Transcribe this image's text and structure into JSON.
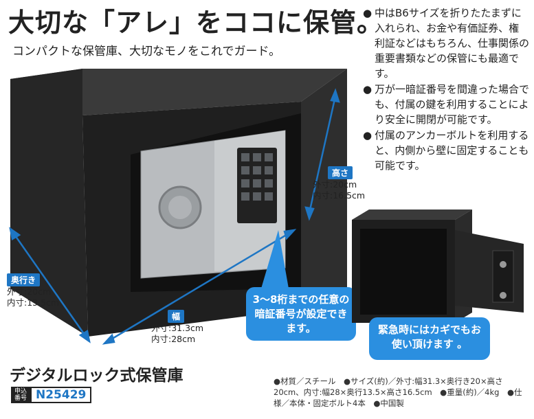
{
  "headline": "大切な「アレ」をココに保管。",
  "subheadline": "コンパクトな保管庫、大切なモノをこれでガード。",
  "features": [
    {
      "bullet": "●",
      "text": "中はB6サイズを折りたたまずに入れられ、お金や有価証券、権利証などはもちろん、仕事関係の重要書類などの保管にも最適です。"
    },
    {
      "bullet": "●",
      "text": "万が一暗証番号を間違った場合でも、付属の鍵を利用することにより安全に開閉が可能です。"
    },
    {
      "bullet": "●",
      "text": "付属のアンカーボルトを利用すると、内側から壁に固定することも可能です。"
    }
  ],
  "dimensions": {
    "height": {
      "label": "高さ",
      "outer": "外寸:20cm",
      "inner": "内寸:16.5cm"
    },
    "depth": {
      "label": "奥行き",
      "outer": "外寸:20cm",
      "inner": "内寸:13.5cm"
    },
    "width": {
      "label": "幅",
      "outer": "外寸:31.3cm",
      "inner": "内寸:28cm"
    }
  },
  "callouts": {
    "pin": "3〜8桁までの任意の暗証番号が設定できます。",
    "key": "緊急時にはカギでもお使い頂けます 。"
  },
  "product_title": "デジタルロック式保管庫",
  "order": {
    "tag_line1": "申込",
    "tag_line2": "番号",
    "number": "N25429"
  },
  "specs": "●材質／スチール　●サイズ(約)／外寸:幅31.3×奥行き20×高さ20cm、内寸:幅28×奥行13.5×高さ16.5cm　●重量(約)／4kg　●仕様／本体・固定ボルト4本　●中国製",
  "colors": {
    "accent": "#1e76c4",
    "bubble": "#2b8fe0",
    "safe": "#2a2a2a",
    "panel": "#b9bcbf"
  }
}
